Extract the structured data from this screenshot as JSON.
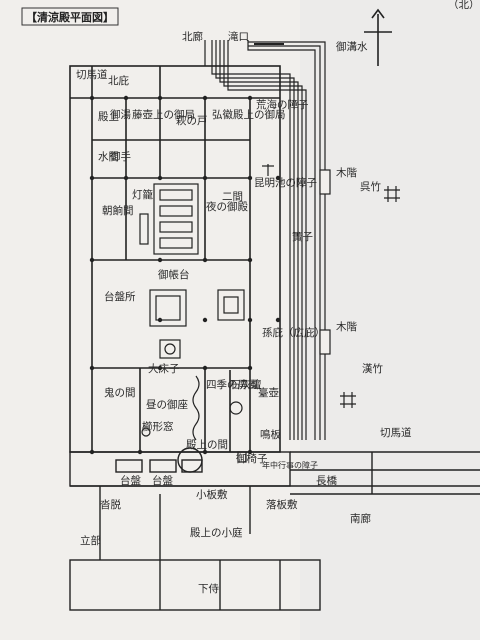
{
  "title": "【清涼殿平面図】",
  "corner_note": "（北）",
  "labels": {
    "north_corridor": "北廊",
    "takiguchi": "滝口",
    "mikawamizu": "御溝水",
    "kirimedo_left": "切馬道",
    "kitabisashi": "北庇",
    "gotenjo": "殿上",
    "oyudono": "御湯",
    "mizunoma": "水間",
    "ochozu": "御手",
    "asagarei": "朝餉間",
    "fujitsubo": "藤壺上の御局",
    "hagi": "萩の戸",
    "kokiden": "弘徽殿上の御局",
    "araumi": "荒海の障子",
    "tourou": "灯籠",
    "konmeichi": "昆明池の障子",
    "yoru_otodo": "夜の御殿",
    "futama": "二間",
    "kidahashi_1": "木階",
    "kuretake": "呉竹",
    "sunoko": "簀子",
    "michoudai": "御帳台",
    "daibandokoro": "台盤所",
    "magobisashi": "孫庇（広庇）",
    "kidahashi_2": "木階",
    "kantake": "漢竹",
    "daishoji": "大床子",
    "oni": "鬼の間",
    "hiru_omashi": "昼の御座",
    "shiki": "四季の屏風",
    "sekkaidan": "石灰壇",
    "daiko": "臺壺",
    "kushigata": "櫛形窓",
    "meiban": "鳴板",
    "mi_isu": "御椅子",
    "nenchugyoji": "年中行事の障子",
    "kirimedo_right": "切馬道",
    "daiban_1": "台盤",
    "daiban_2": "台盤",
    "tenjo_ma": "殿上の間",
    "koitajiki": "小板敷",
    "nagahashi": "長橋",
    "kutsunugi": "沓脱",
    "rakuban": "落板敷",
    "minami_rou": "南廊",
    "tatebe": "立部",
    "tenjo_kotei": "殿上の小庭",
    "shimozamurai": "下侍"
  }
}
